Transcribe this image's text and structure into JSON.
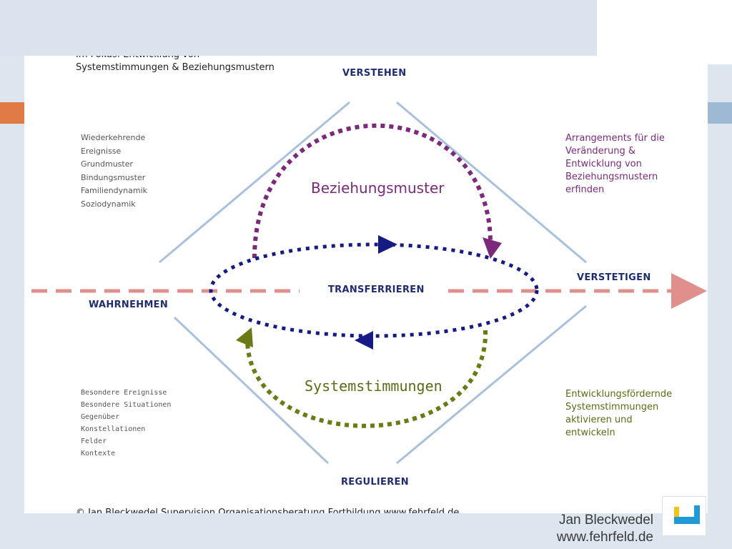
{
  "header": {
    "line1": "Im Fokus: Entwicklung von",
    "line2": "Systemstimmungen & Beziehungsmustern"
  },
  "axes": {
    "top": "VERSTEHEN",
    "left": "WAHRNEHMEN",
    "right": "VERSTETIGEN",
    "bottom": "REGULIEREN",
    "center": "TRANSFERRIEREN"
  },
  "list_top": [
    "Wiederkehrende",
    "Ereignisse",
    "Grundmuster",
    "Bindungsmuster",
    "Familiendynamik",
    "Soziodynamik"
  ],
  "list_bottom": [
    "Besondere Ereignisse",
    "Besondere Situationen",
    "Gegenüber",
    "Konstellationen",
    "Felder",
    "Kontexte"
  ],
  "cycle_labels": {
    "upper": "Beziehungsmuster",
    "lower": "Systemstimmungen"
  },
  "notes": {
    "upper": [
      "Arrangements für die",
      "Veränderung &",
      "Entwicklung von",
      "Beziehungsmustern",
      "erfinden"
    ],
    "lower": [
      "Entwicklungsfördernde",
      "Systemstimmungen",
      "aktivieren und",
      "entwickeln"
    ]
  },
  "footer_cut": "© Jan Bleckwedel Supervision Organisationsberatung Fortbildung www.fehrfeld.de",
  "brand": {
    "name": "Jan Bleckwedel",
    "url": "www.fehrfeld.de"
  },
  "colors": {
    "purple": "#7b2a7b",
    "navy": "#151a85",
    "olive": "#6b7a14",
    "pink_dash": "#e0908c",
    "diamond": "#a9c1dc"
  }
}
